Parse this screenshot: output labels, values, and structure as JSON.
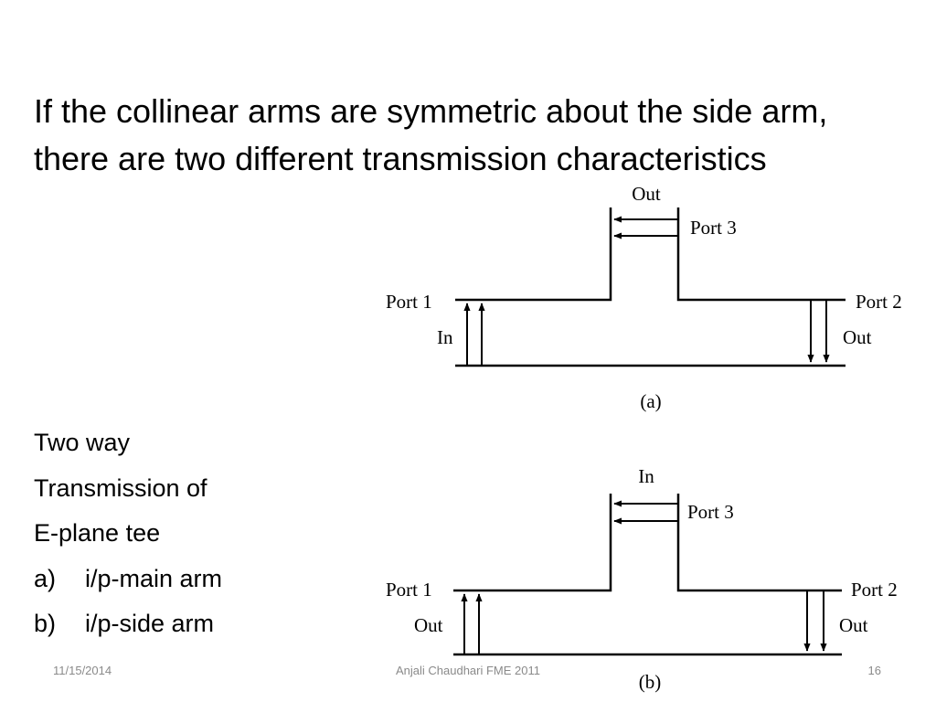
{
  "slide": {
    "heading": "If the collinear arms are symmetric about the side arm, there are two different transmission characteristics",
    "notes": {
      "lines": [
        "Two way",
        "Transmission of",
        "E-plane tee"
      ],
      "items": [
        {
          "marker": "a)",
          "text": "i/p-main arm"
        },
        {
          "marker": "b)",
          "text": "i/p-side arm"
        }
      ]
    }
  },
  "figure_a": {
    "side_label": "Out",
    "port3": "Port 3",
    "port1": "Port 1",
    "port2": "Port 2",
    "left_label": "In",
    "right_label": "Out",
    "caption": "(a)"
  },
  "figure_b": {
    "side_label": "In",
    "port3": "Port 3",
    "port1": "Port 1",
    "port2": "Port 2",
    "left_label": "Out",
    "right_label": "Out",
    "caption": "(b)"
  },
  "footer": {
    "date": "11/15/2014",
    "author": "Anjali Chaudhari FME 2011",
    "page": "16"
  }
}
